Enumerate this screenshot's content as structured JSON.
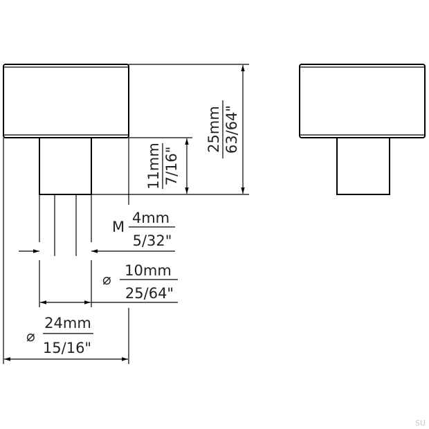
{
  "dimensions": {
    "height_total": {
      "metric": "25mm",
      "imperial": "63/64\""
    },
    "stem_height": {
      "metric": "11mm",
      "imperial": "7/16\""
    },
    "thread": {
      "prefix": "M",
      "metric": "4mm",
      "imperial": "5/32\""
    },
    "stem_diameter": {
      "prefix": "⌀",
      "metric": "10mm",
      "imperial": "25/64\""
    },
    "head_diameter": {
      "prefix": "⌀",
      "metric": "24mm",
      "imperial": "15/16\""
    }
  },
  "watermark": "SU",
  "colors": {
    "line": "#000000",
    "text": "#222222",
    "watermark": "#c8c8c8"
  }
}
